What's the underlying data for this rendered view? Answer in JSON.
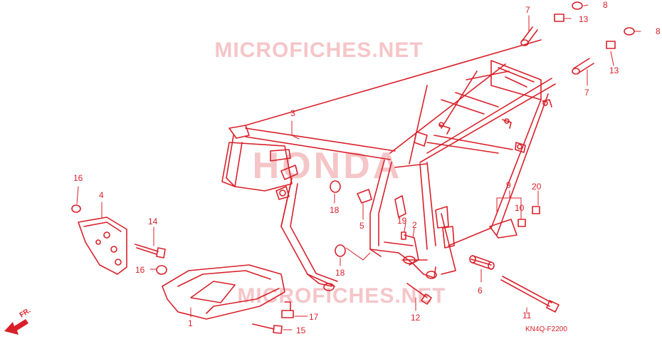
{
  "watermarks": {
    "top": "MICROFICHES.NET",
    "center": "HONDA",
    "bottom": "MICROFICHES.NET"
  },
  "diagram_code": "KN4Q-F2200",
  "direction_label": "FR.",
  "callouts": [
    {
      "id": "c1",
      "text": "1"
    },
    {
      "id": "c2",
      "text": "2"
    },
    {
      "id": "c3",
      "text": "3"
    },
    {
      "id": "c4",
      "text": "4"
    },
    {
      "id": "c5",
      "text": "5"
    },
    {
      "id": "c6",
      "text": "6"
    },
    {
      "id": "c7a",
      "text": "7"
    },
    {
      "id": "c7b",
      "text": "7"
    },
    {
      "id": "c8a",
      "text": "8"
    },
    {
      "id": "c8b",
      "text": "8"
    },
    {
      "id": "c9",
      "text": "9"
    },
    {
      "id": "c10",
      "text": "10"
    },
    {
      "id": "c11",
      "text": "11"
    },
    {
      "id": "c12",
      "text": "12"
    },
    {
      "id": "c13a",
      "text": "13"
    },
    {
      "id": "c13b",
      "text": "13"
    },
    {
      "id": "c14",
      "text": "14"
    },
    {
      "id": "c15",
      "text": "15"
    },
    {
      "id": "c16a",
      "text": "16"
    },
    {
      "id": "c16b",
      "text": "16"
    },
    {
      "id": "c17",
      "text": "17"
    },
    {
      "id": "c18a",
      "text": "18"
    },
    {
      "id": "c18b",
      "text": "18"
    },
    {
      "id": "c19",
      "text": "19"
    },
    {
      "id": "c20",
      "text": "20"
    }
  ],
  "colors": {
    "line": "#d9202a",
    "watermark": "#f3b8bb",
    "background": "#ffffff"
  }
}
